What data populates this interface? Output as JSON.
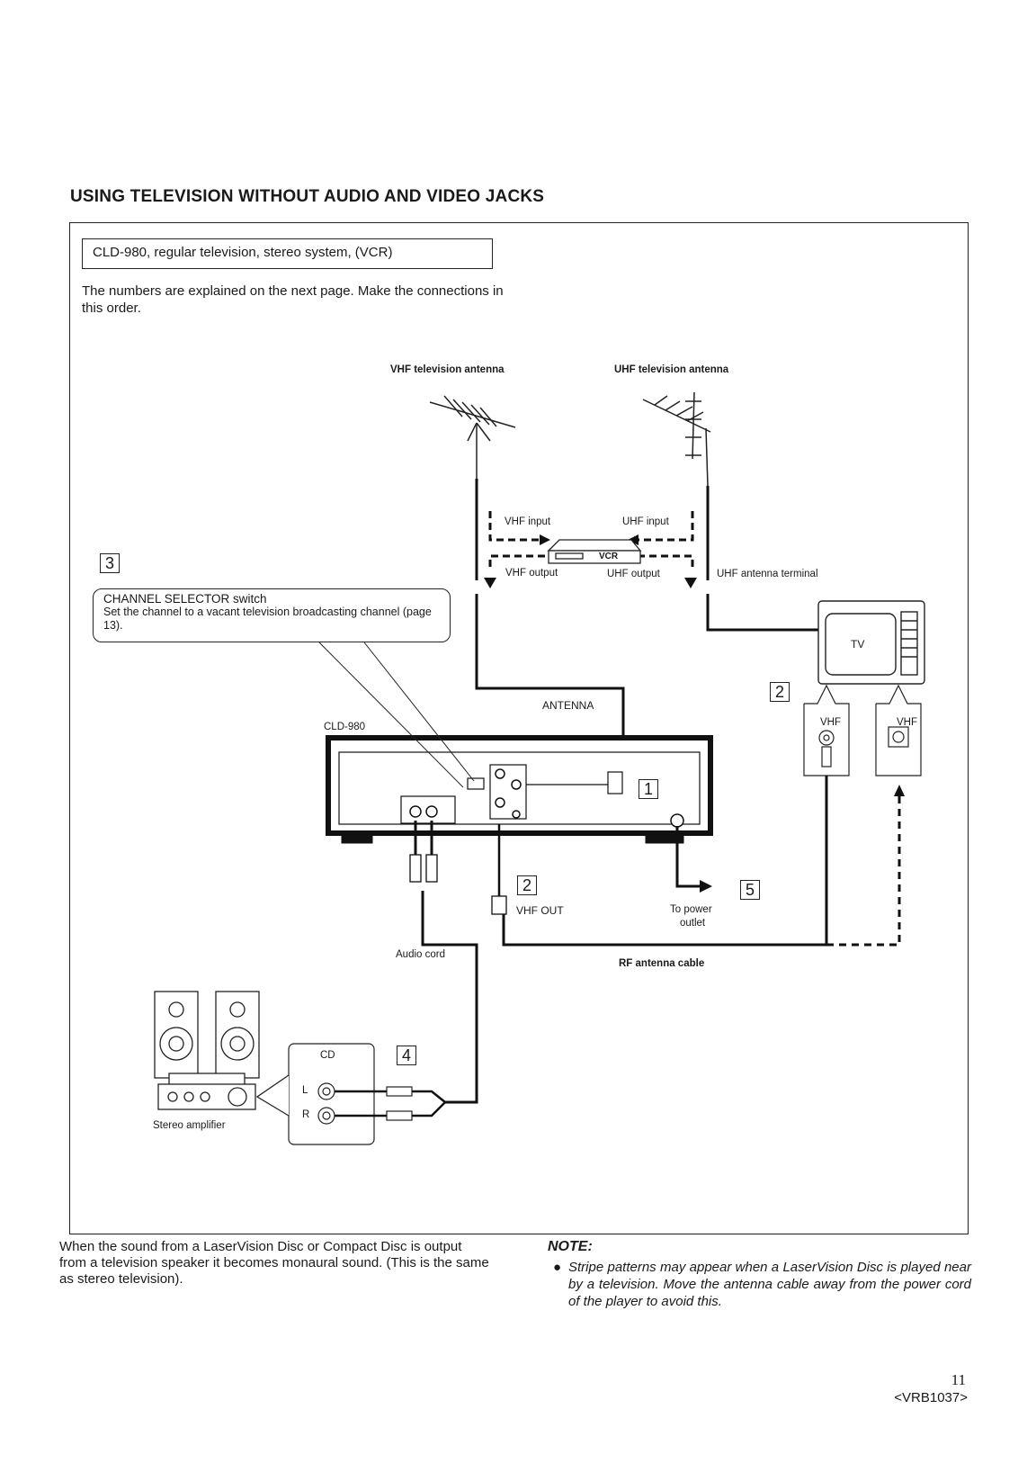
{
  "title": "USING TELEVISION WITHOUT AUDIO AND VIDEO JACKS",
  "configuration": "CLD-980, regular television, stereo system, (VCR)",
  "intro": "The numbers are explained on the next page. Make the connections in this order.",
  "diagram": {
    "vhf_antenna": "VHF television antenna",
    "uhf_antenna": "UHF television antenna",
    "vhf_input": "VHF input",
    "uhf_input": "UHF input",
    "vhf_output": "VHF output",
    "uhf_output": "UHF output",
    "vcr": "VCR",
    "uhf_terminal": "UHF antenna terminal",
    "tv": "TV",
    "vhf_left": "VHF",
    "vhf_right": "VHF",
    "antenna": "ANTENNA",
    "player": "CLD-980",
    "vhf_out": "VHF OUT",
    "to_power": "To power",
    "outlet": "outlet",
    "audio_cord": "Audio cord",
    "rf_cable": "RF antenna cable",
    "cd": "CD",
    "l": "L",
    "r": "R",
    "amplifier": "Stereo amplifier",
    "step1": "1",
    "step2a": "2",
    "step2b": "2",
    "step3": "3",
    "step4": "4",
    "step5": "5",
    "callout_title": "CHANNEL SELECTOR switch",
    "callout_text": "Set the channel to a vacant television broadcasting channel (page 13)."
  },
  "bottom_text": "When the sound from a LaserVision Disc or Compact Disc is output from a television speaker it becomes monaural sound. (This is the same as stereo television).",
  "note": {
    "heading": "NOTE:",
    "bullet": "●",
    "text": "Stripe patterns may appear when a LaserVision Disc is played near by a television. Move the antenna cable away from the power cord of the player to avoid this."
  },
  "page_number": "11",
  "doc_id": "<VRB1037>"
}
